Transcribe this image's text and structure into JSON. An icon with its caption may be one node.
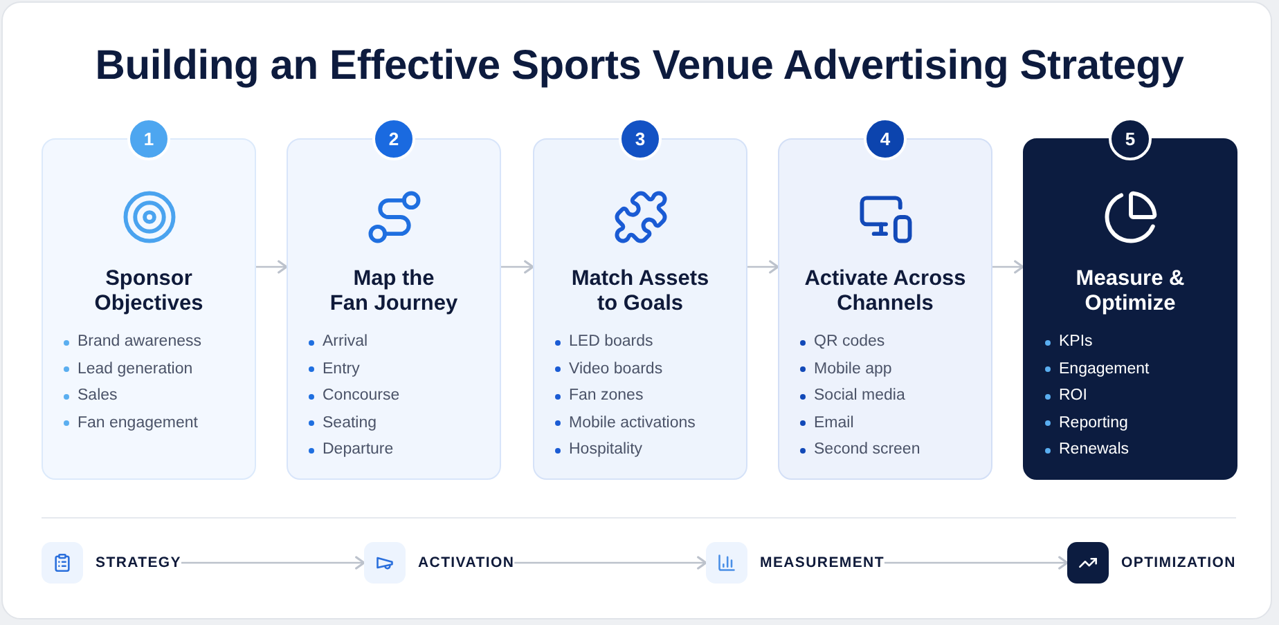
{
  "diagram": {
    "title": "Building an Effective Sports Venue Advertising Strategy",
    "nodes": [
      {
        "text": [
          "1"
        ]
      },
      {
        "text": [
          "Sponsor Objectives",
          "Brand awareness",
          "Lead generation",
          "Sales",
          "Fan engagement"
        ]
      },
      {
        "text": [
          "2"
        ]
      },
      {
        "text": [
          "Map the Fan Journey",
          "Arrival",
          "Entry",
          "Concourse",
          "Seating",
          "Departure"
        ]
      },
      {
        "text": [
          "3"
        ]
      },
      {
        "text": [
          "Match Assets to Goals",
          "LED boards",
          "Video boards",
          "Fan zones",
          "Mobile activations",
          "Hospitality"
        ]
      },
      {
        "text": [
          "4"
        ]
      },
      {
        "text": [
          "Activate Across Channels",
          "QR codes",
          "Mobile app",
          "Social media",
          "Email",
          "Second screen"
        ]
      },
      {
        "text": [
          "5"
        ]
      },
      {
        "text": [
          "Measure & Optimize",
          "KPIs",
          "Engagement",
          "ROI",
          "Reporting",
          "Renewals"
        ]
      },
      {
        "text": [
          "STRATEGY"
        ]
      },
      {
        "text": [
          "ACTIVATION"
        ]
      },
      {
        "text": [
          "MEASUREMENT"
        ]
      },
      {
        "text": [
          "OPTIMIZATION"
        ]
      }
    ],
    "edges": [
      {
        "from": 1,
        "to": 3,
        "arrow": "to"
      },
      {
        "from": 3,
        "to": 5,
        "arrow": "to"
      },
      {
        "from": 5,
        "to": 7,
        "arrow": "to"
      },
      {
        "from": 7,
        "to": 9,
        "arrow": "to"
      },
      {
        "from": 10,
        "to": 11,
        "arrow": "to"
      },
      {
        "from": 11,
        "to": 12,
        "arrow": "to"
      },
      {
        "from": 12,
        "to": 13,
        "arrow": "to"
      }
    ]
  }
}
